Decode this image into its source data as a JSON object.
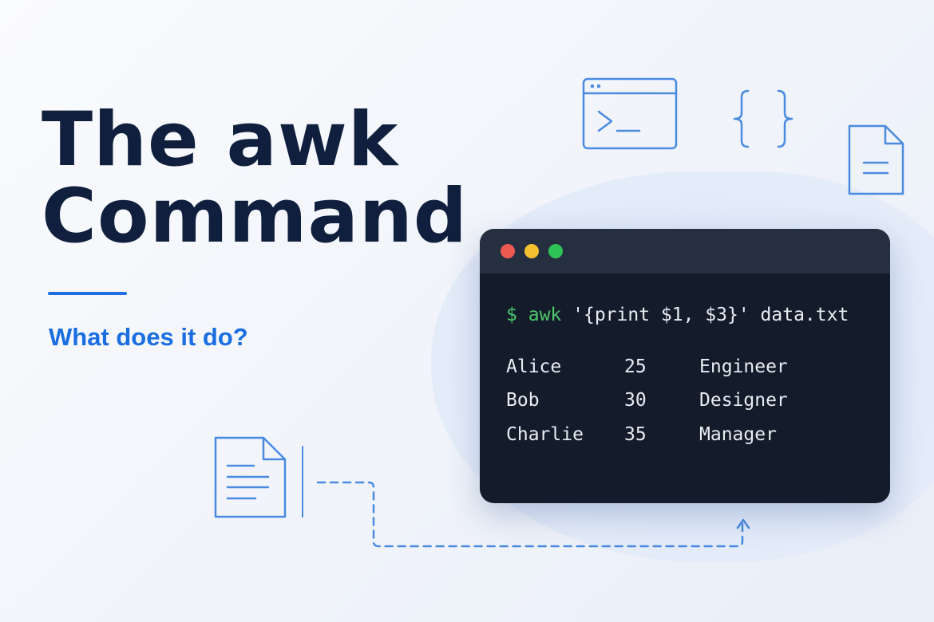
{
  "title": {
    "line1": "The awk",
    "line2": "Command"
  },
  "subtitle": "What does it do?",
  "terminal": {
    "prompt": "$",
    "command": "awk",
    "args": "'{print $1, $3}' data.txt",
    "rows": [
      [
        "Alice",
        "25",
        "Engineer"
      ],
      [
        "Bob",
        "30",
        "Designer"
      ],
      [
        "Charlie",
        "35",
        "Manager"
      ]
    ]
  },
  "colors": {
    "title": "#0f1f3d",
    "accent": "#1a6ee0",
    "terminal_bg": "#141c2b",
    "prompt_green": "#4cc76a",
    "dot_red": "#ee5a52",
    "dot_yellow": "#f4c02f",
    "dot_green": "#2fc556"
  },
  "icons": [
    "terminal-window-icon",
    "curly-braces-icon",
    "document-icon",
    "document-icon",
    "dashed-arrow-icon"
  ]
}
